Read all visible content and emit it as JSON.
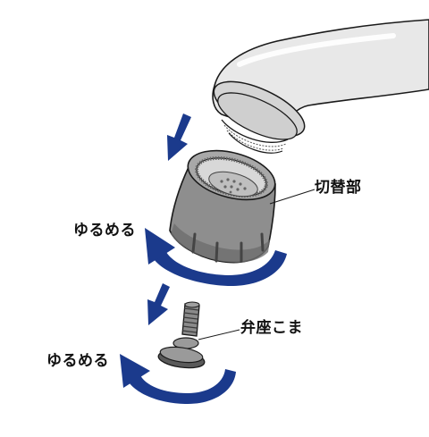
{
  "labels": {
    "loosen_top": "ゆるめる",
    "loosen_bottom": "ゆるめる",
    "switch_part": "切替部",
    "valve_top": "弁座こま"
  },
  "colors": {
    "arrow_blue": "#1b3a8c",
    "faucet_fill": "#e6e6e6",
    "part_fill": "#8f8f8f",
    "part_dark": "#5e5e5e",
    "line": "#1a1a1a"
  },
  "icons": {
    "down_arrow": "down-arrow-icon",
    "rotate_arrow": "rotate-left-arrow-icon"
  }
}
